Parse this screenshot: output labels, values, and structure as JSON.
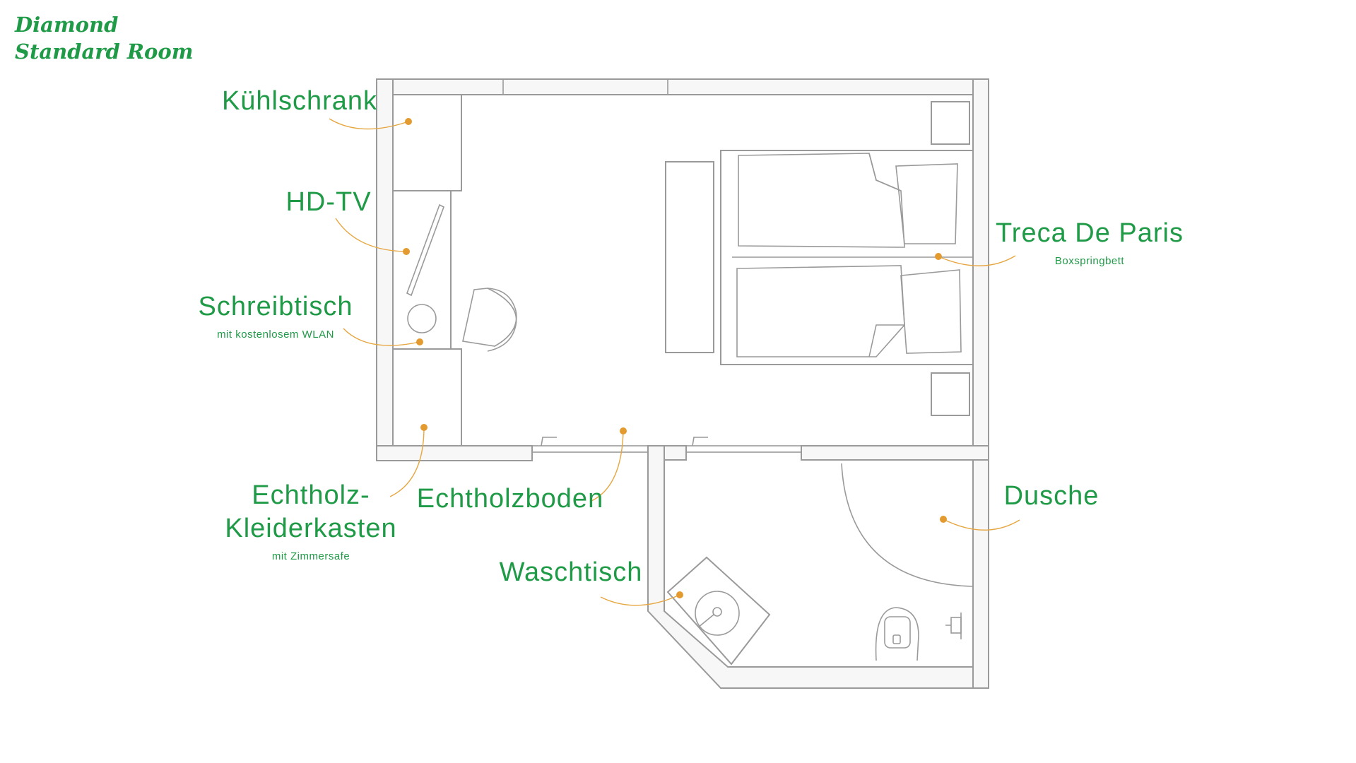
{
  "title": {
    "line1": "Diamond",
    "line2": "Standard Room"
  },
  "labels": {
    "kuehlschrank": "Kühlschrank",
    "hdtv": "HD-TV",
    "schreibtisch": "Schreibtisch",
    "schreibtisch_sub": "mit kostenlosem WLAN",
    "treca": "Treca De Paris",
    "treca_sub": "Boxspringbett",
    "kleiderkasten_1": "Echtholz-",
    "kleiderkasten_2": "Kleiderkasten",
    "kleiderkasten_sub": "mit Zimmersafe",
    "echtholzboden": "Echtholzboden",
    "dusche": "Dusche",
    "waschtisch": "Waschtisch"
  },
  "colors": {
    "label": "#1f9a47",
    "marker": "#e39a2f",
    "line": "#9a9a9a"
  }
}
